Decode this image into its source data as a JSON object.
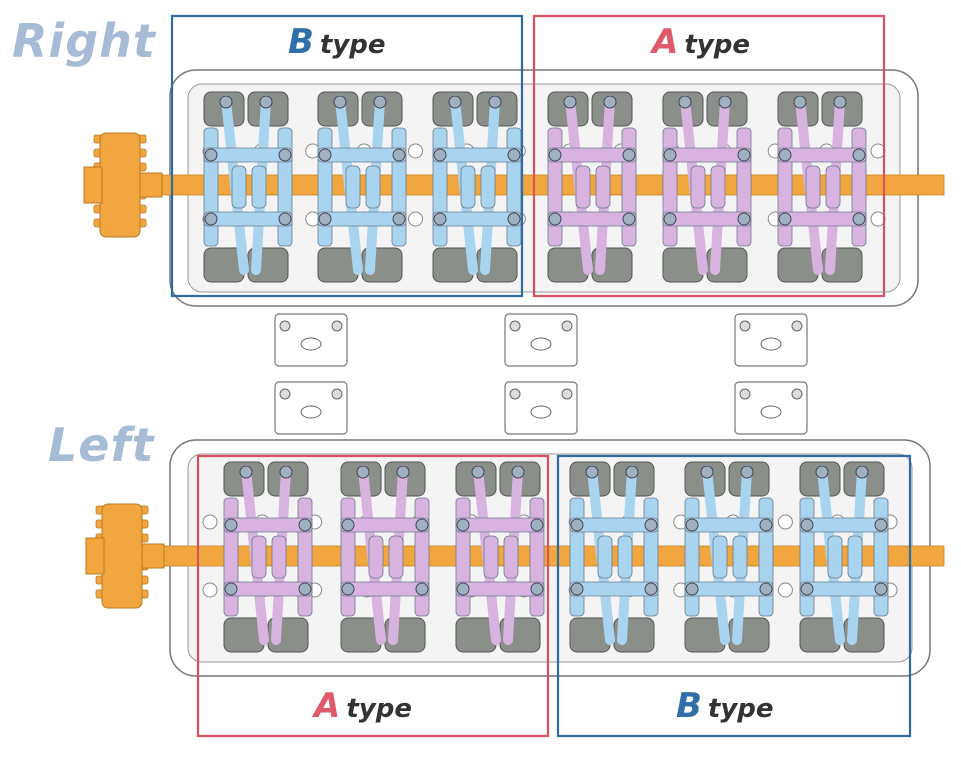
{
  "labels": {
    "right": "Right",
    "left": "Left"
  },
  "type_labels": {
    "right_b": {
      "letter": "B",
      "word": "type"
    },
    "right_a": {
      "letter": "A",
      "word": "type"
    },
    "left_a": {
      "letter": "A",
      "word": "type"
    },
    "left_b": {
      "letter": "B",
      "word": "type"
    }
  },
  "colors": {
    "a_type_frame": "#d9505f",
    "b_type_frame": "#2e6aa3",
    "a_type_mechanism": "#d9b3e0",
    "b_type_mechanism": "#a9d4ef",
    "shaft": "#f2a640",
    "cylinder": "#8a8f8a",
    "housing": "#ffffff"
  }
}
